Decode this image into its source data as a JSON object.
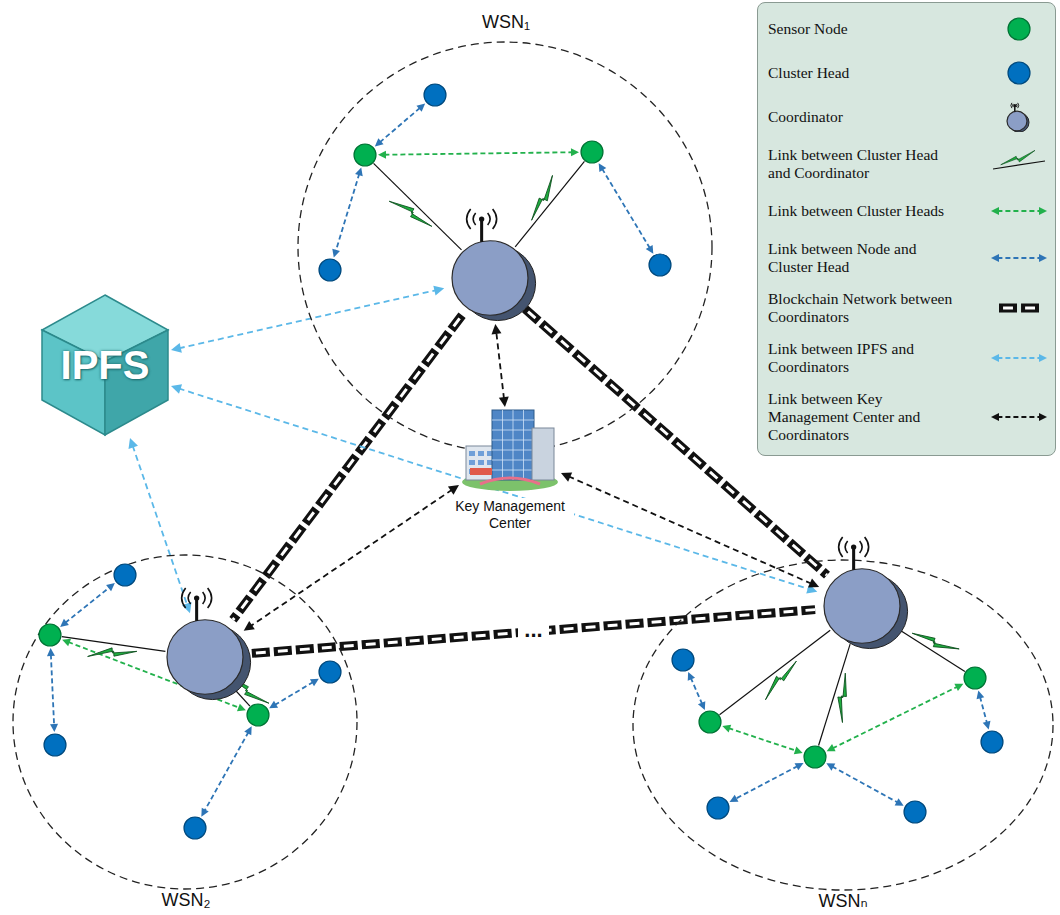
{
  "diagram": {
    "nodes": [
      {
        "text": [
          "WSN₁"
        ]
      },
      {
        "text": [
          "WSN₂"
        ]
      },
      {
        "text": [
          "WSNₙ"
        ]
      },
      {
        "text": [
          "IPFS"
        ]
      },
      {
        "text": [
          "Key Management Center"
        ]
      }
    ],
    "edges": [
      {
        "from": 0,
        "to": 1,
        "arrow": "none"
      },
      {
        "from": 0,
        "to": 2,
        "arrow": "none"
      },
      {
        "from": 1,
        "to": 2,
        "arrow": "none",
        "label": "..."
      },
      {
        "from": 3,
        "to": 0,
        "arrow": "both"
      },
      {
        "from": 3,
        "to": 1,
        "arrow": "both"
      },
      {
        "from": 3,
        "to": 2,
        "arrow": "both"
      },
      {
        "from": 4,
        "to": 0,
        "arrow": "both"
      },
      {
        "from": 4,
        "to": 1,
        "arrow": "both"
      },
      {
        "from": 4,
        "to": 2,
        "arrow": "both"
      }
    ],
    "legend": [
      {
        "text": "Sensor Node",
        "color": "#00b050"
      },
      {
        "text": "Cluster Head",
        "color": "#0070c0"
      },
      {
        "text": "Coordinator"
      },
      {
        "text": "Link between Cluster Head and Coordinator"
      },
      {
        "text": "Link between Cluster Heads"
      },
      {
        "text": "Link between Node and Cluster Head"
      },
      {
        "text": "Blockchain Network between Coordinators"
      },
      {
        "text": "Link between IPFS and Coordinators"
      },
      {
        "text": "Link between Key Management Center and Coordinators"
      }
    ]
  }
}
